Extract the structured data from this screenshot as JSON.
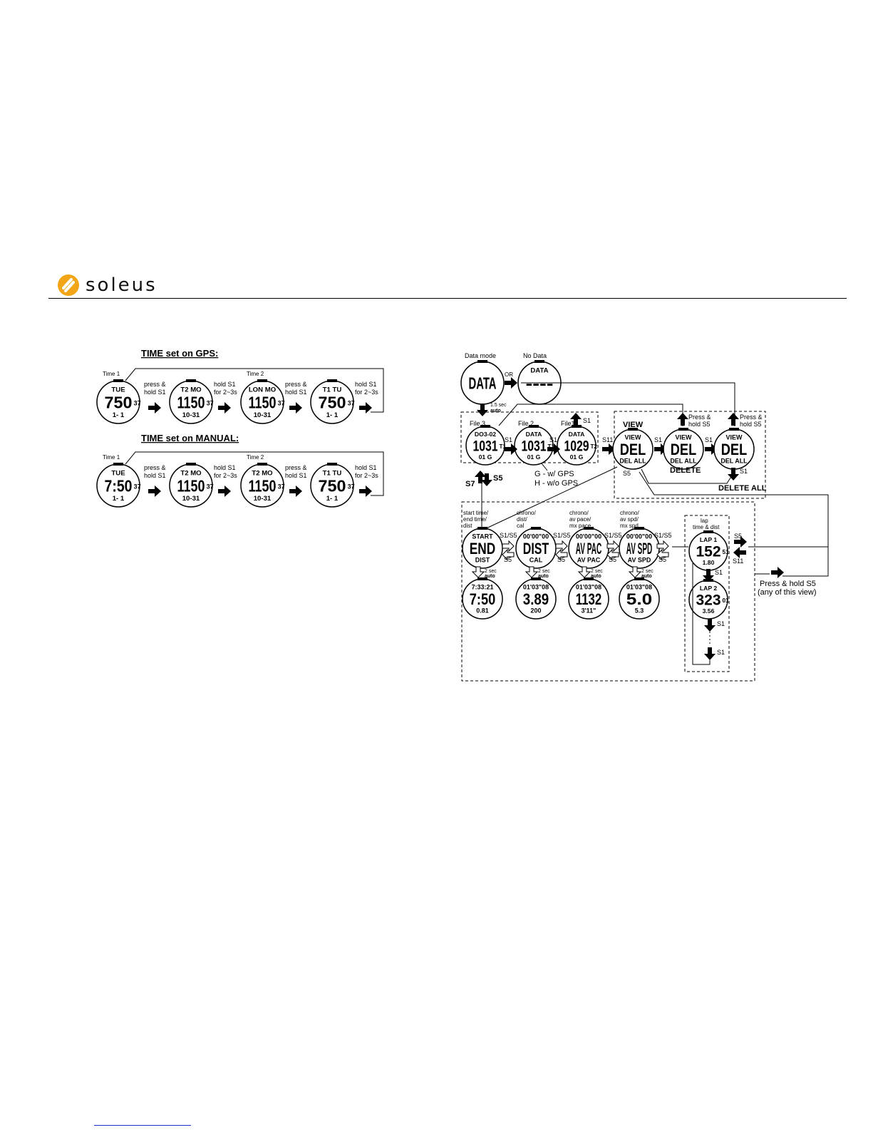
{
  "brand": {
    "name": "soleus",
    "logo_color": "#f2a516"
  },
  "gps": {
    "title": "TIME set on GPS:",
    "steps": [
      {
        "caption": "Time 1",
        "lines": [
          "TUE",
          "750",
          "1- 1"
        ],
        "suffix": "37"
      },
      {
        "caption": "",
        "lines": [
          "T2 MO",
          "1150",
          "10-31"
        ],
        "suffix": "37"
      },
      {
        "caption": "Time 2",
        "lines": [
          "LON MO",
          "1150",
          "10-31"
        ],
        "suffix": "37"
      },
      {
        "caption": "",
        "lines": [
          "T1 TU",
          "750",
          "1- 1"
        ],
        "suffix": "37"
      }
    ],
    "arrows": [
      [
        "press &",
        "hold S1"
      ],
      [
        "hold S1",
        "for 2~3s"
      ],
      [
        "press &",
        "hold S1"
      ],
      [
        "hold S1",
        "for 2~3s"
      ]
    ]
  },
  "manual": {
    "title": "TIME set on MANUAL:",
    "steps": [
      {
        "caption": "Time 1",
        "lines": [
          "TUE",
          "7:50",
          "1- 1"
        ],
        "suffix": "37"
      },
      {
        "caption": "",
        "lines": [
          "T2 MO",
          "1150",
          "10-31"
        ],
        "suffix": "37"
      },
      {
        "caption": "Time 2",
        "lines": [
          "T2 MO",
          "1150",
          "10-31"
        ],
        "suffix": "37"
      },
      {
        "caption": "",
        "lines": [
          "T1 TU",
          "750",
          "1- 1"
        ],
        "suffix": "37"
      }
    ],
    "arrows": [
      [
        "press &",
        "hold S1"
      ],
      [
        "hold S1",
        "for 2~3s"
      ],
      [
        "press &",
        "hold S1"
      ],
      [
        "hold S1",
        "for 2~3s"
      ]
    ]
  },
  "data": {
    "data_mode": {
      "caption": "Data mode",
      "lines": [
        "",
        "DATA",
        ""
      ]
    },
    "or": "OR",
    "no_data": {
      "caption": "No Data",
      "lines": [
        "DATA",
        "----",
        ""
      ]
    },
    "auto": [
      "1.5 sec",
      "auto"
    ],
    "files": [
      {
        "caption": "File 3",
        "lines": [
          "DO3-02",
          "1031",
          "01 G"
        ],
        "suffix": "T1"
      },
      {
        "caption": "File 2",
        "lines": [
          "DATA",
          "1031",
          "01 G"
        ],
        "suffix": "T1"
      },
      {
        "caption": "File1",
        "lines": [
          "DATA",
          "1029",
          "01 G"
        ],
        "suffix": "T2"
      }
    ],
    "gps_legend": [
      "G - w/ GPS",
      "H - w/o GPS"
    ],
    "view": {
      "label": "VIEW",
      "lines": [
        "VIEW",
        "DEL",
        "DEL ALL"
      ]
    },
    "delete": {
      "label": "DELETE",
      "lines": [
        "VIEW",
        "DEL",
        "DEL ALL"
      ]
    },
    "delete_all": {
      "label": "DELETE ALL",
      "lines": [
        "VIEW",
        "DEL",
        "DEL ALL"
      ]
    },
    "press_hold_s5": [
      "Press &",
      "hold S5"
    ],
    "buttons": {
      "s1": "S1",
      "s5": "S5",
      "s7": "S7",
      "s11": "S11",
      "s1s5": "S1/S5"
    },
    "details": [
      {
        "caption": [
          "start time/",
          "end time/",
          "dist"
        ],
        "lines": [
          "START",
          "END",
          "DIST"
        ],
        "auto_lines": [
          "7:33:21",
          "7:50",
          "0.81"
        ]
      },
      {
        "caption": [
          "chrono/",
          "dist/",
          "cal"
        ],
        "lines": [
          "00'00\"00",
          "DIST",
          "CAL"
        ],
        "auto_lines": [
          "01'03\"08",
          "3.89",
          "200"
        ]
      },
      {
        "caption": [
          "chrono/",
          "av pace/",
          "mx pace"
        ],
        "lines": [
          "00'00\"00",
          "AV PAC",
          "AV PAC"
        ],
        "auto_lines": [
          "01'03\"08",
          "1132",
          "3'11\""
        ]
      },
      {
        "caption": [
          "chrono/",
          "av spd/",
          "mx  spd"
        ],
        "lines": [
          "00'00\"00",
          "AV SPD",
          "AV SPD"
        ],
        "auto_lines": [
          "01'03\"08",
          "5.0",
          "5.3"
        ]
      }
    ],
    "two_sec_auto": [
      "2 sec",
      "auto"
    ],
    "lap_caption": [
      "lap",
      "time & dist"
    ],
    "laps": [
      {
        "lines": [
          "LAP 1",
          "152",
          "1.80"
        ],
        "suffix": "51"
      },
      {
        "lines": [
          "LAP 2",
          "323",
          "3.56"
        ],
        "suffix": "01"
      }
    ],
    "press_hold_any": [
      "Press & hold S5",
      "(any of this view)"
    ]
  }
}
